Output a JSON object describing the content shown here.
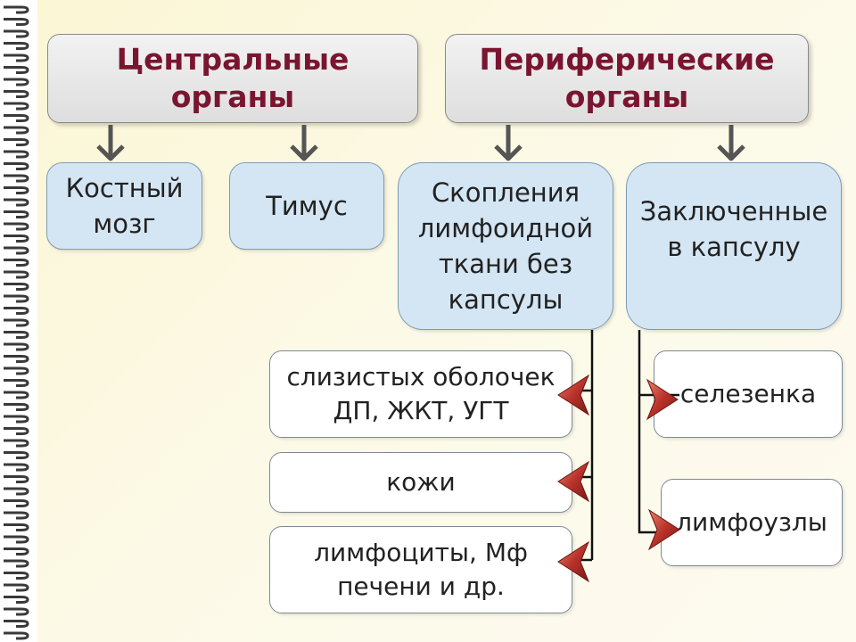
{
  "headers": {
    "central": "Центральные\nорганы",
    "peripheral": "Периферические\nорганы"
  },
  "central_organs": {
    "bone_marrow": "Костный\nмозг",
    "thymus": "Тимус"
  },
  "peripheral_groups": {
    "unencapsulated": "Скопления\nлимфоидной\nткани без\nкапсулы",
    "encapsulated": "Заключенные\nв капсулу"
  },
  "unencapsulated_items": [
    "слизистых оболочек\nДП, ЖКТ, УГТ",
    "кожи",
    "лимфоциты, Мф\nпечени и др."
  ],
  "encapsulated_items": [
    "селезенка",
    "лимфоузлы"
  ],
  "colors": {
    "header_text": "#7a1530",
    "blue_box": "#d4e6f4",
    "arrow_red": "#b8322a"
  }
}
